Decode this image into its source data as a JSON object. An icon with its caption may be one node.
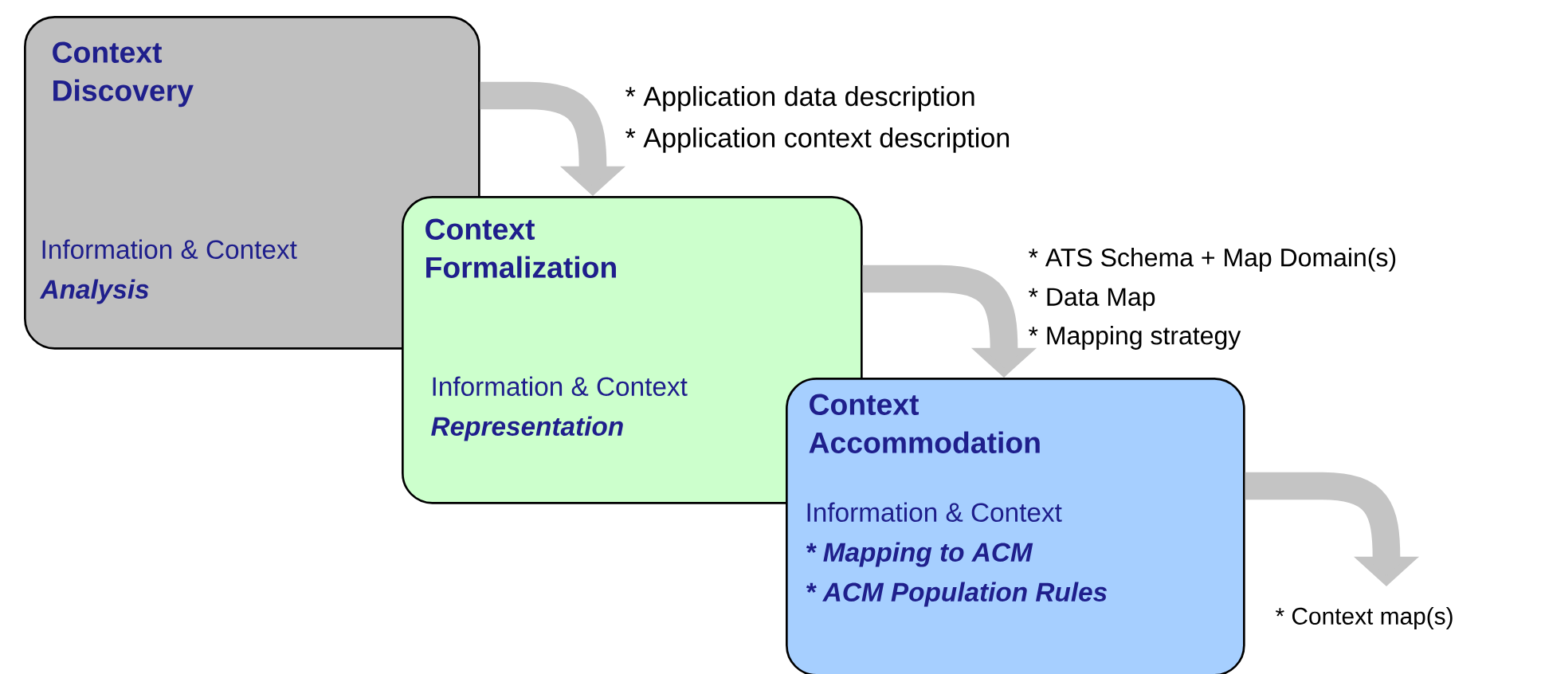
{
  "diagram": {
    "nodes": [
      {
        "text": [
          "Context Discovery",
          "Information & Context",
          "Analysis"
        ]
      },
      {
        "text": [
          "Context Formalization",
          "Information & Context",
          "Representation"
        ]
      },
      {
        "text": [
          "Context Accommodation",
          "Information & Context",
          "* Mapping to ACM",
          "* ACM Population Rules"
        ]
      }
    ],
    "edges": [
      {
        "from": 0,
        "to": 1,
        "arrow": "to"
      },
      {
        "from": 1,
        "to": 2,
        "arrow": "to"
      },
      {
        "from": 2,
        "to": null,
        "arrow": "to"
      }
    ],
    "labels": [
      "* Application data description",
      "* Application context description",
      "* ATS Schema + Map Domain(s)",
      "* Data Map",
      "* Mapping strategy",
      "* Context map(s)"
    ]
  }
}
